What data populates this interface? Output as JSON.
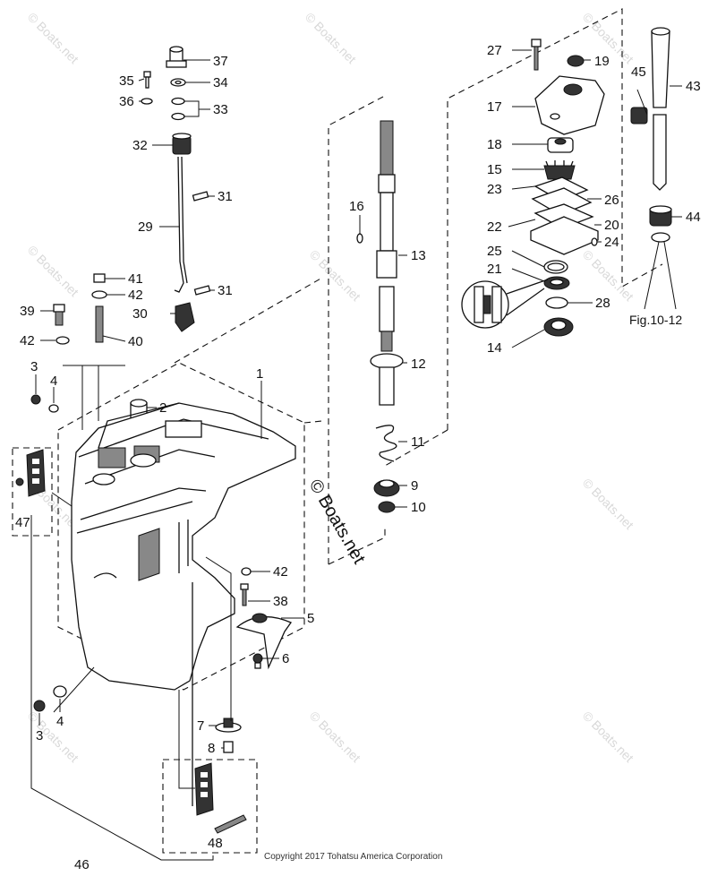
{
  "watermark_text": "© Boats.net",
  "center_watermark": "© Boats.net",
  "copyright": "Copyright 2017 Tohatsu America Corporation",
  "figure_ref": "Fig.10-12",
  "parts": {
    "p1": "1",
    "p2": "2",
    "p3a": "3",
    "p3b": "3",
    "p4a": "4",
    "p4b": "4",
    "p5": "5",
    "p6": "6",
    "p7": "7",
    "p8": "8",
    "p9": "9",
    "p10": "10",
    "p11": "11",
    "p12": "12",
    "p13": "13",
    "p14": "14",
    "p15": "15",
    "p16": "16",
    "p17": "17",
    "p18": "18",
    "p19": "19",
    "p20": "20",
    "p21": "21",
    "p22": "22",
    "p23": "23",
    "p24": "24",
    "p25": "25",
    "p26": "26",
    "p27": "27",
    "p28": "28",
    "p29": "29",
    "p30": "30",
    "p31a": "31",
    "p31b": "31",
    "p32": "32",
    "p33": "33",
    "p34": "34",
    "p35": "35",
    "p36": "36",
    "p37": "37",
    "p38": "38",
    "p39": "39",
    "p40": "40",
    "p41": "41",
    "p42a": "42",
    "p42b": "42",
    "p42c": "42",
    "p43": "43",
    "p44": "44",
    "p45": "45",
    "p46": "46",
    "p47": "47",
    "p48": "48"
  }
}
